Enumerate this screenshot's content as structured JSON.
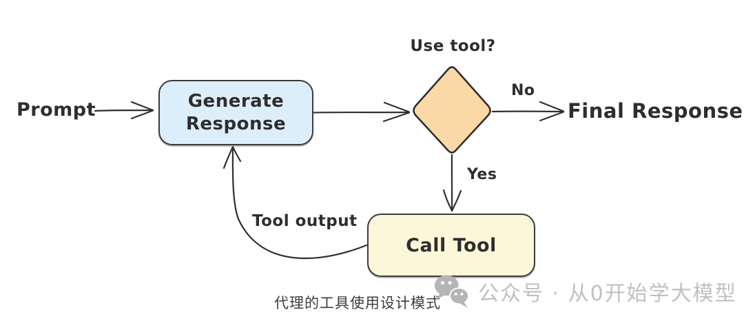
{
  "diagram": {
    "nodes": {
      "prompt": {
        "label": "Prompt"
      },
      "generate_response": {
        "label": "Generate Response",
        "fill": "#ddeefb"
      },
      "use_tool_decision": {
        "label": "Use tool?",
        "fill": "#fbd9a7"
      },
      "call_tool": {
        "label": "Call Tool",
        "fill": "#fdf7da"
      },
      "final_response": {
        "label": "Final Response"
      }
    },
    "edges": {
      "no_label": "No",
      "yes_label": "Yes",
      "tool_output_label": "Tool output"
    },
    "stroke_color": "#2f2f2f"
  },
  "caption": {
    "text": "代理的工具使用设计模式",
    "color": "#3d3d3d"
  },
  "watermark": {
    "icon": "wechat-icon",
    "text": "公众号 · 从0开始学大模型",
    "color": "#c0c0c0"
  }
}
